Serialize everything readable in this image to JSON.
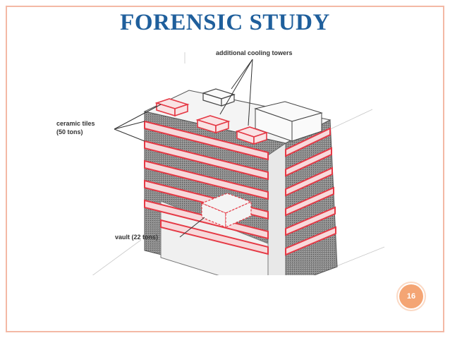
{
  "slide": {
    "title": "FORENSIC STUDY",
    "page_number": "16"
  },
  "diagram": {
    "labels": {
      "cooling_towers": "additional cooling towers",
      "tiles_line1": "ceramic tiles",
      "tiles_line2": "(50 tons)",
      "vault": "vault (22 tons)"
    },
    "colors": {
      "title": "#1f5f9c",
      "frame": "#f3b9a5",
      "badge": "#f4a574",
      "tile_outline": "#e53945",
      "tile_fill": "#f7d9db",
      "floor_band": "#6f6f6f"
    }
  }
}
